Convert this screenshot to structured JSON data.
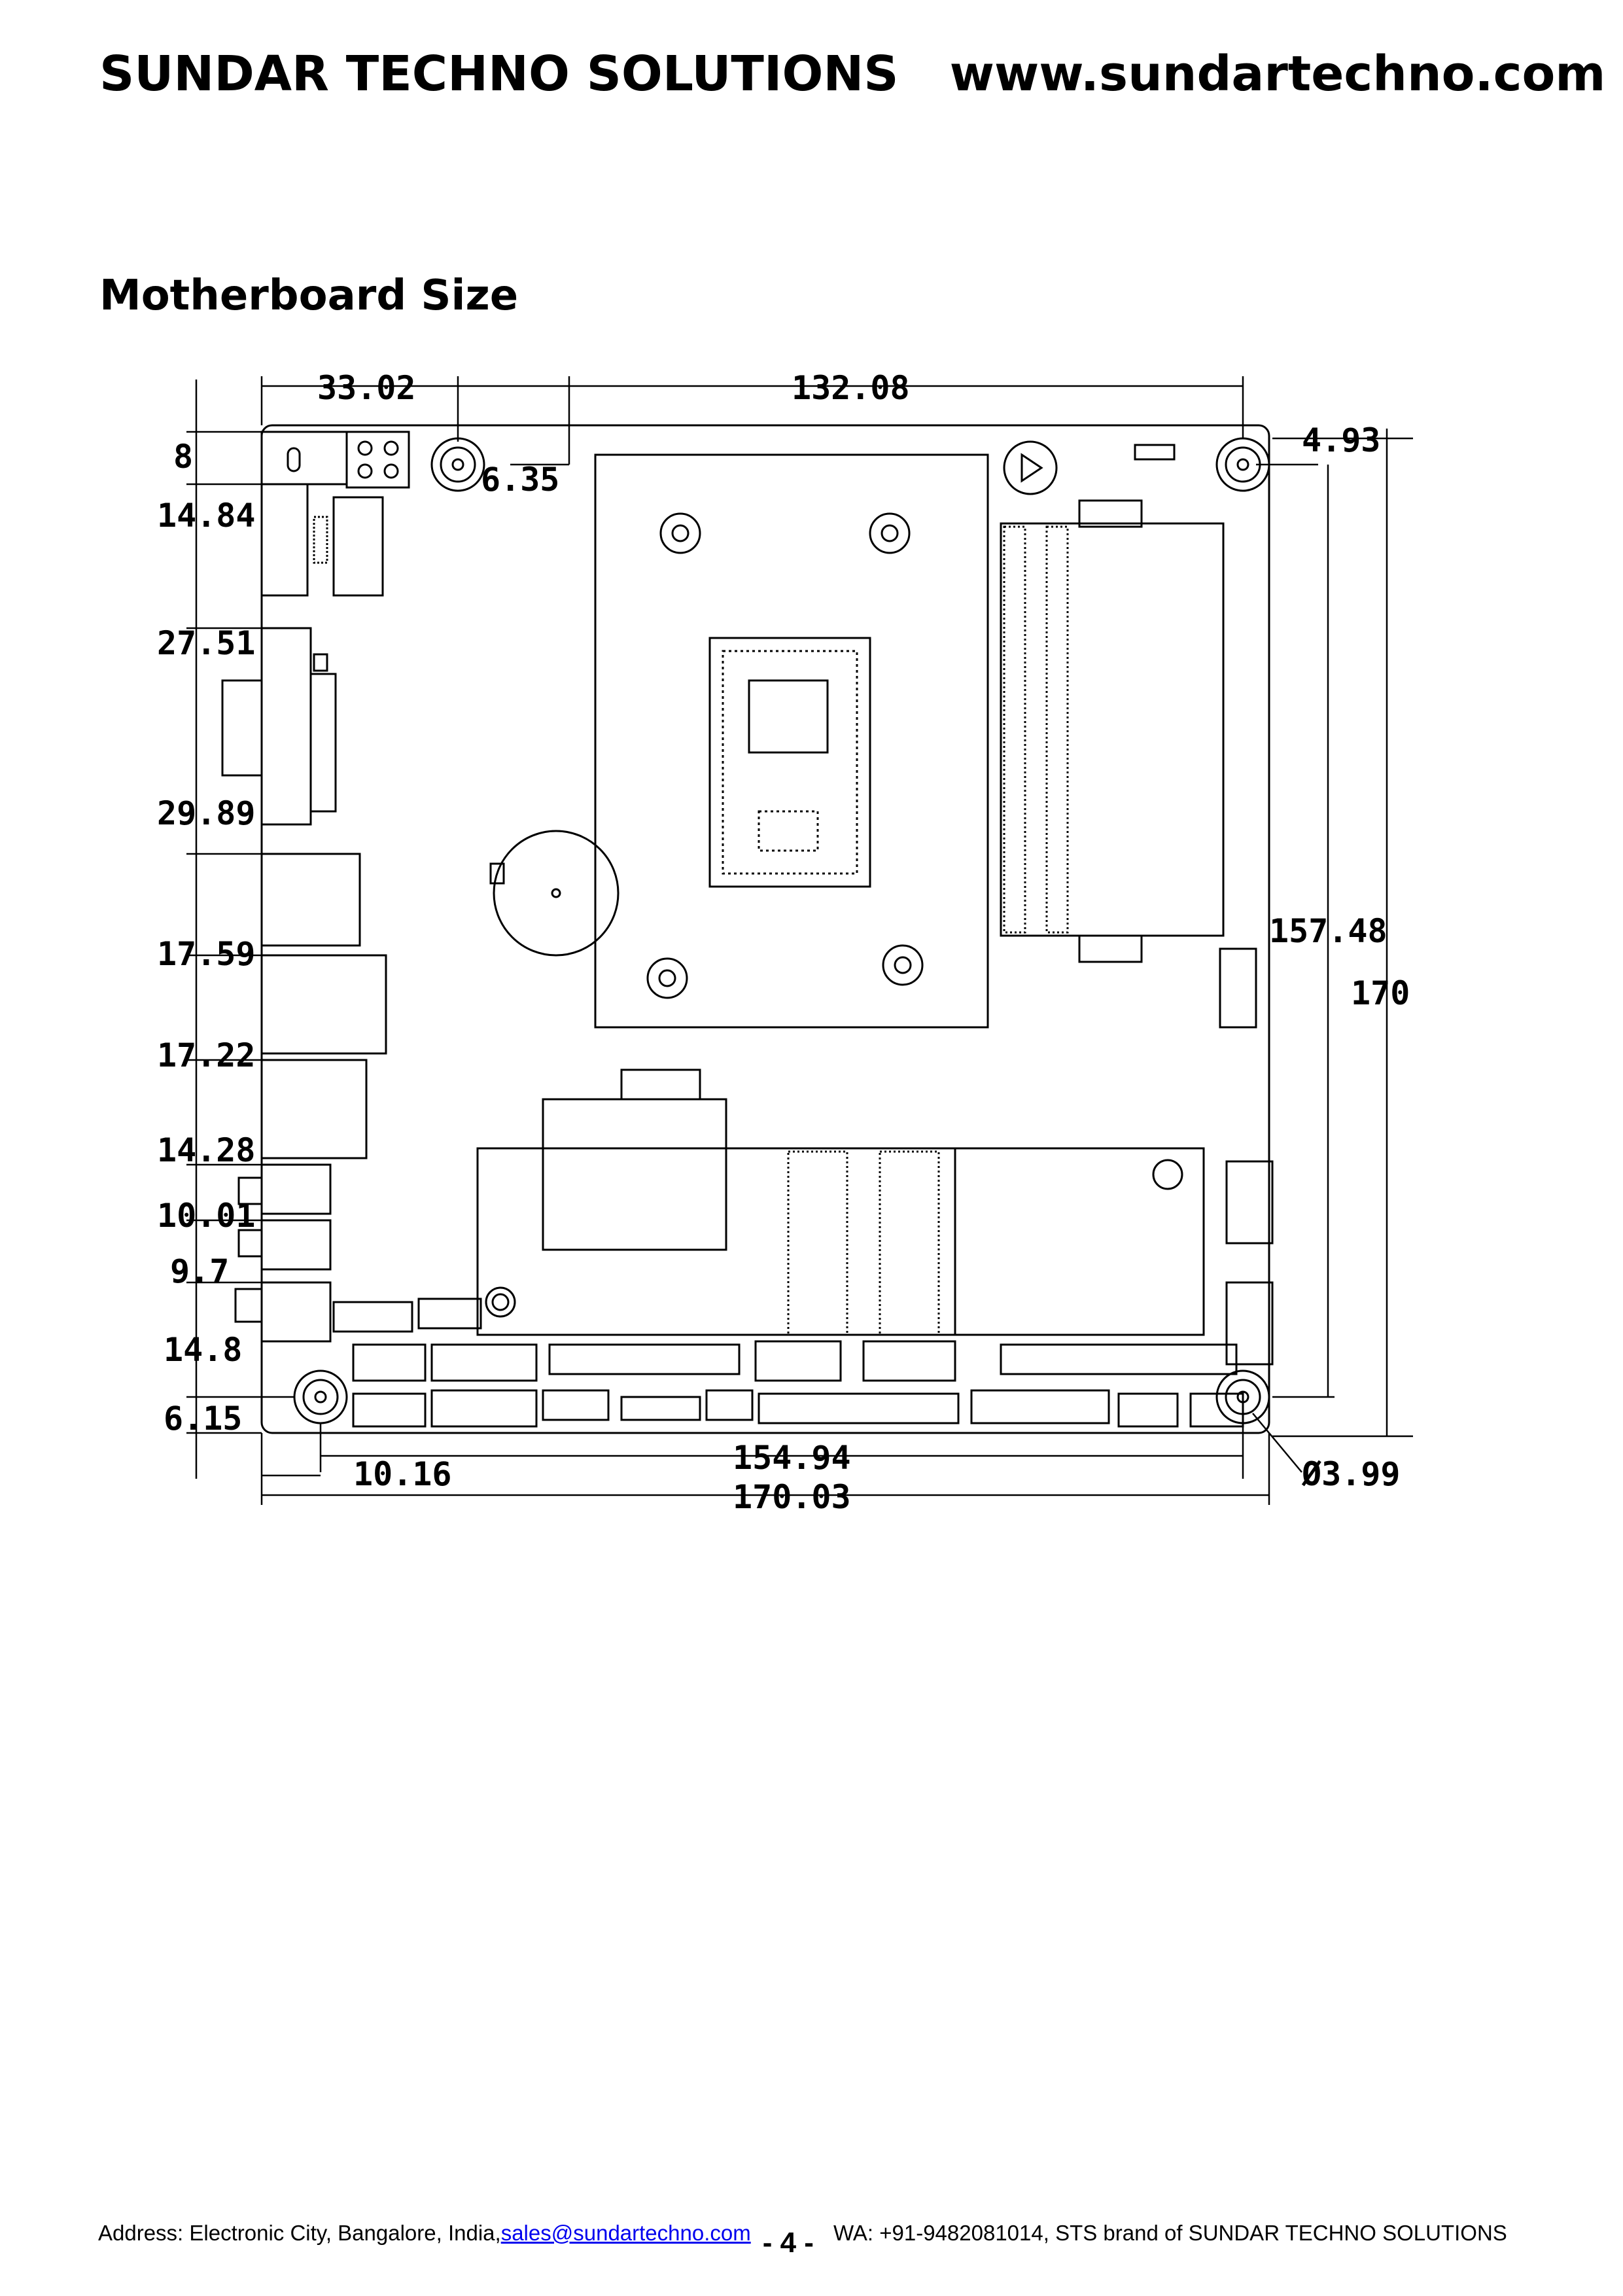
{
  "header": {
    "company": "SUNDAR TECHNO SOLUTIONS",
    "website": "www.sundartechno.com"
  },
  "section_title": "Motherboard Size",
  "dimensions": {
    "top_left": "33.02",
    "top_main": "132.08",
    "mount_offset": "6.35",
    "top_right": "4.93",
    "right_inner": "157.48",
    "right_outer": "170",
    "left_stack": [
      "8",
      "14.84",
      "27.51",
      "29.89",
      "17.59",
      "17.22",
      "14.28",
      "10.01",
      "9.7",
      "14.8",
      "6.15"
    ],
    "bottom_offset": "10.16",
    "bottom_inner": "154.94",
    "bottom_outer": "170.03",
    "hole_diameter": "Ø3.99"
  },
  "footer": {
    "address": "Address: Electronic City, Bangalore, India, ",
    "email": "sales@sundartechno.com",
    "page": "- 4 -",
    "contact": "WA: +91-9482081014, STS brand of SUNDAR TECHNO SOLUTIONS"
  }
}
